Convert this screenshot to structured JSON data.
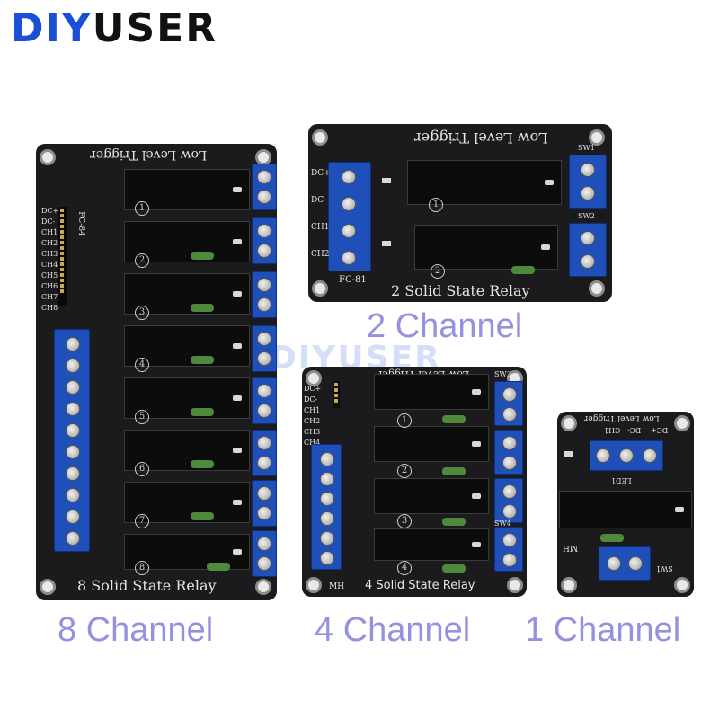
{
  "brand": {
    "part1": "DIY",
    "part2": "USER"
  },
  "watermark": "DIYUSER",
  "captions": {
    "two": "2 Channel",
    "eight": "8 Channel",
    "four": "4 Channel",
    "one": "1 Channel"
  },
  "board2": {
    "top_label": "Low Level Trigger",
    "bottom_label": "2 Solid State Relay",
    "pins": [
      "DC+",
      "DC-",
      "CH1",
      "CH2"
    ],
    "header": "FC-81",
    "switches": [
      "SW1",
      "SW2"
    ],
    "numbers": [
      "1",
      "2"
    ]
  },
  "board8": {
    "top_label": "Low Level Trigger",
    "bottom_label": "8 Solid State Relay",
    "pins": [
      "DC+",
      "DC-",
      "CH1",
      "CH2",
      "CH3",
      "CH4",
      "CH5",
      "CH6",
      "CH7",
      "CH8"
    ],
    "header": "FC-84",
    "numbers": [
      "1",
      "2",
      "3",
      "4",
      "5",
      "6",
      "7",
      "8"
    ]
  },
  "board4": {
    "top_label": "Low Level Trigger",
    "bottom_label": "4 Solid State Relay",
    "pins": [
      "DC+",
      "DC-",
      "CH1",
      "CH2",
      "CH3",
      "CH4"
    ],
    "mark": "MH",
    "switches": [
      "SW3",
      "SW4"
    ],
    "numbers": [
      "1",
      "2",
      "3",
      "4"
    ]
  },
  "board1": {
    "top_label": "Low Level Trigger",
    "pins": [
      "DC+",
      "DC-",
      "CH1"
    ],
    "led": "LED1",
    "mark": "MH",
    "switch": "SW1"
  }
}
